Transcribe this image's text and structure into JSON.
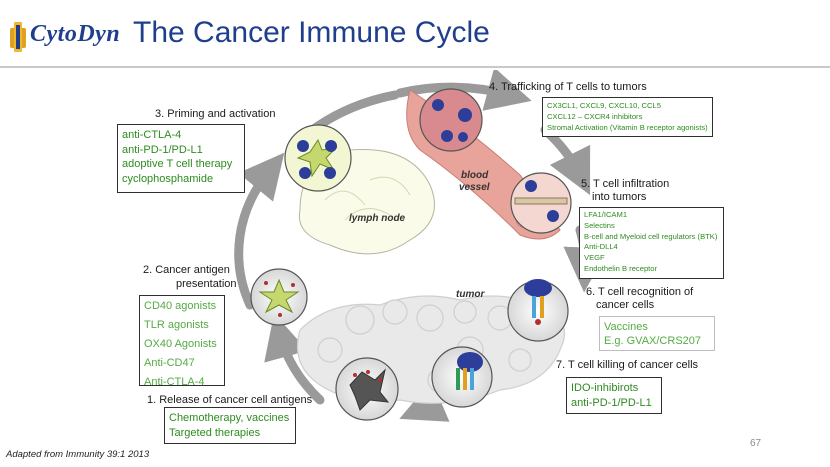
{
  "header": {
    "logo_text": "CytoDyn",
    "title": "The Cancer Immune Cycle"
  },
  "labels": {
    "lymph_node": "lymph node",
    "blood_vessel_1": "blood",
    "blood_vessel_2": "vessel",
    "tumor": "tumor"
  },
  "steps": [
    {
      "title_lines": [
        "1. Release of cancer cell antigens"
      ],
      "items": [
        "Chemotherapy, vaccines",
        "Targeted therapies"
      ]
    },
    {
      "title_lines": [
        "2. Cancer antigen",
        "presentation"
      ],
      "items": [
        "CD40 agonists",
        "TLR agonists",
        "OX40 Agonists",
        "Anti-CD47",
        "Anti-CTLA-4"
      ]
    },
    {
      "title_lines": [
        "3. Priming and activation"
      ],
      "items": [
        "anti-CTLA-4",
        "anti-PD-1/PD-L1",
        "adoptive T cell therapy",
        "cyclophosphamide"
      ]
    },
    {
      "title_lines": [
        "4. Trafficking of T cells to tumors"
      ],
      "items": [
        "CX3CL1, CXCL9, CXCL10, CCL5",
        "CXCL12 – CXCR4 inhibitors",
        "Stromal Activation (Vitamin B receptor agonists)"
      ]
    },
    {
      "title_lines": [
        "5. T cell infiltration",
        "into tumors"
      ],
      "items": [
        "LFA1/ICAM1",
        "Selectins",
        "B-cell and Myeloid cell regulators (BTK)",
        "Anti-DLL4",
        "VEGF",
        "Endothelin B receptor"
      ]
    },
    {
      "title_lines": [
        "6. T cell recognition of",
        "cancer cells"
      ],
      "items": [
        "Vaccines",
        "E.g. GVAX/CRS207"
      ]
    },
    {
      "title_lines": [
        "7. T cell killing of cancer cells"
      ],
      "items": [
        "IDO-inhibirots",
        "anti-PD-1/PD-L1"
      ]
    }
  ],
  "footer": {
    "citation": "Adapted from Immunity 39:1 2013",
    "page_number": "67"
  },
  "colors": {
    "title": "#1f3e8c",
    "therapy_green": "#2e8b20",
    "cycle_arrow": "#9a9a9a",
    "blood_vessel": "#e8a39a"
  }
}
